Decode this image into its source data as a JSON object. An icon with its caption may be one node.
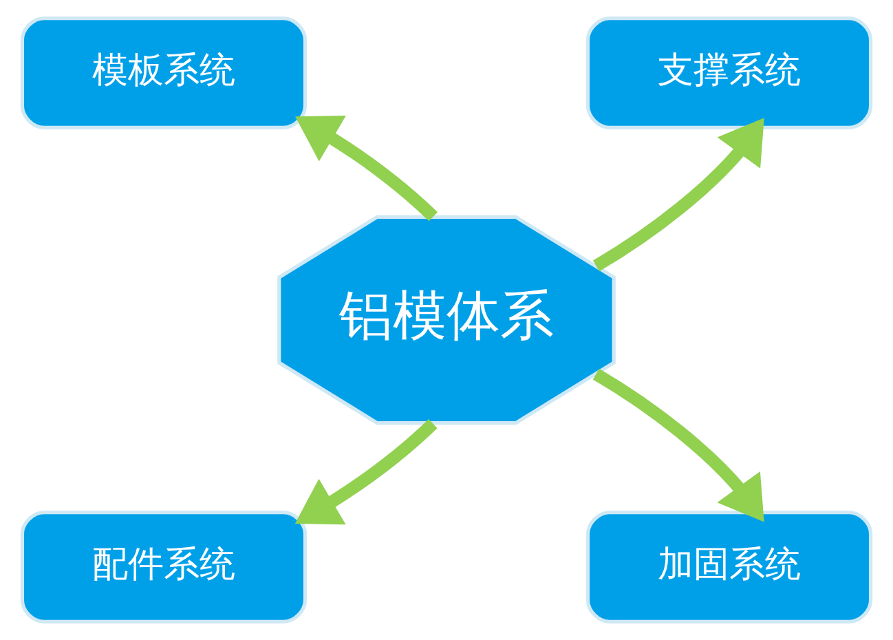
{
  "diagram": {
    "nodes": [
      {
        "text": [
          "铝模体系"
        ]
      },
      {
        "text": [
          "模板系统"
        ]
      },
      {
        "text": [
          "支撑系统"
        ]
      },
      {
        "text": [
          "配件系统"
        ]
      },
      {
        "text": [
          "加固系统"
        ]
      }
    ],
    "edges": [
      {
        "from": 0,
        "to": 1,
        "arrow": "to"
      },
      {
        "from": 0,
        "to": 2,
        "arrow": "to"
      },
      {
        "from": 0,
        "to": 3,
        "arrow": "to"
      },
      {
        "from": 0,
        "to": 4,
        "arrow": "to"
      }
    ]
  }
}
